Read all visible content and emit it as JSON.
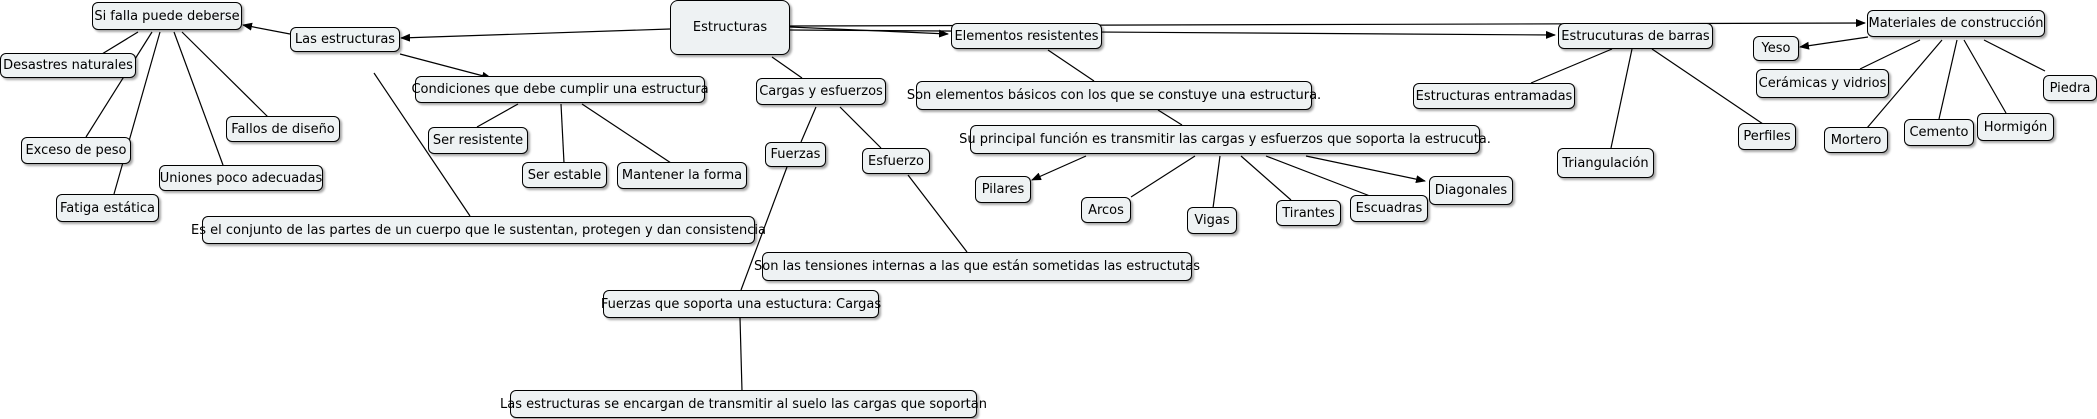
{
  "nodes": {
    "estructuras": "Estructuras",
    "las_estructuras": "Las estructuras",
    "si_falla": "Si falla puede deberse",
    "desastres": "Desastres naturales",
    "exceso_peso": "Exceso de peso",
    "fatiga": "Fatiga estática",
    "uniones": "Uniones poco adecuadas",
    "fallos_diseno": "Fallos de diseño",
    "condiciones": "Condiciones que debe cumplir una estructura",
    "ser_resistente": "Ser resistente",
    "ser_estable": "Ser estable",
    "mantener_forma": "Mantener la forma",
    "definicion": "Es el conjunto de las partes de un cuerpo  que le sustentan, protegen y dan consistencia",
    "cargas_esfuerzos": "Cargas y esfuerzos",
    "fuerzas": "Fuerzas",
    "esfuerzo": "Esfuerzo",
    "tensiones": "Son las tensiones internas a las que están sometidas las estructutas",
    "fuerzas_cargas": "Fuerzas que soporta una estuctura: Cargas",
    "transmitir_suelo": "Las estructuras se encargan de transmitir al suelo las cargas que soportan",
    "elementos_resistentes": "Elementos resistentes",
    "elementos_basicos": "Son elementos básicos con los que se constuye una estructura.",
    "principal_funcion": "Su principal función es transmitir las cargas y esfuerzos que soporta la estrucuta.",
    "pilares": "Pilares",
    "arcos": "Arcos",
    "vigas": "Vigas",
    "tirantes": "Tirantes",
    "escuadras": "Escuadras",
    "diagonales": "Diagonales",
    "estructuras_barras": "Estrucuturas de barras",
    "entramadas": "Estructuras entramadas",
    "triangulacion": "Triangulación",
    "perfiles": "Perfiles",
    "materiales": "Materiales de construcción",
    "yeso": "Yeso",
    "ceramicas": "Cerámicas y vidrios",
    "mortero": "Mortero",
    "cemento": "Cemento",
    "hormigon": "Hormigón",
    "piedra": "Piedra"
  },
  "colors": {
    "node_fill": "#eef2f3",
    "line": "#000000"
  }
}
